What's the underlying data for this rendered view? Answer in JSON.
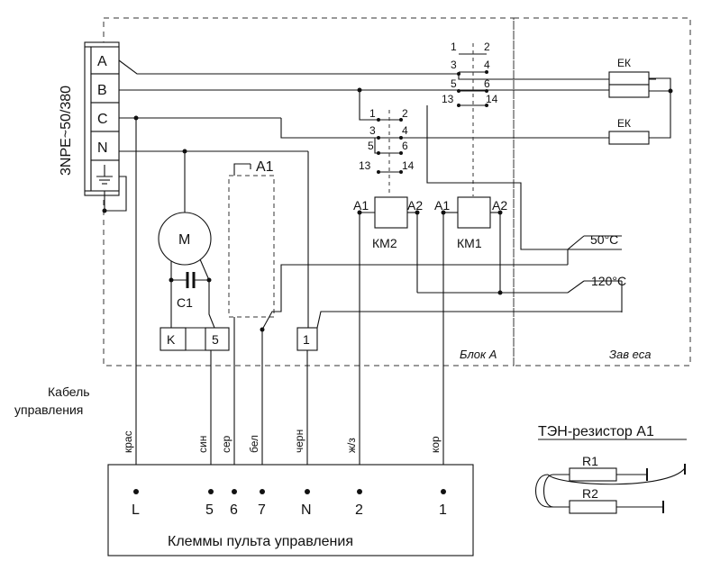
{
  "supply": {
    "label": "3NPE~50/380",
    "phases": [
      "A",
      "B",
      "C",
      "N"
    ]
  },
  "motor": {
    "label": "M",
    "capacitor": "C1"
  },
  "terminal_block": {
    "k": "K",
    "five": "5",
    "one": "1"
  },
  "heater_a1": {
    "label": "A1"
  },
  "contactor_km2": {
    "label": "КМ2",
    "a1": "A1",
    "a2": "A2",
    "contacts": [
      "1",
      "2",
      "3",
      "4",
      "5",
      "6",
      "13",
      "14"
    ]
  },
  "contactor_km1": {
    "label": "КМ1",
    "a1": "A1",
    "a2": "A2",
    "contacts": [
      "1",
      "2",
      "3",
      "4",
      "5",
      "6",
      "13",
      "14"
    ]
  },
  "heaters": {
    "ek_label": "ЕК"
  },
  "thermostats": {
    "t50": "50°C",
    "t120": "120°C"
  },
  "zones": {
    "block_a": "Блок А",
    "curtain": "Зав еса"
  },
  "cable": {
    "title": "Кабель\nуправления",
    "title_line1": "Кабель",
    "title_line2": "управления",
    "wires": [
      "крас",
      "син",
      "сер",
      "бел",
      "черн",
      "ж/з",
      "кор"
    ]
  },
  "control_terminals": {
    "labels": [
      "L",
      "5",
      "6",
      "7",
      "N",
      "2",
      "1"
    ],
    "caption": "Клеммы пульта управления"
  },
  "resistor_inset": {
    "title": "ТЭН-резистор А1",
    "r1": "R1",
    "r2": "R2"
  }
}
